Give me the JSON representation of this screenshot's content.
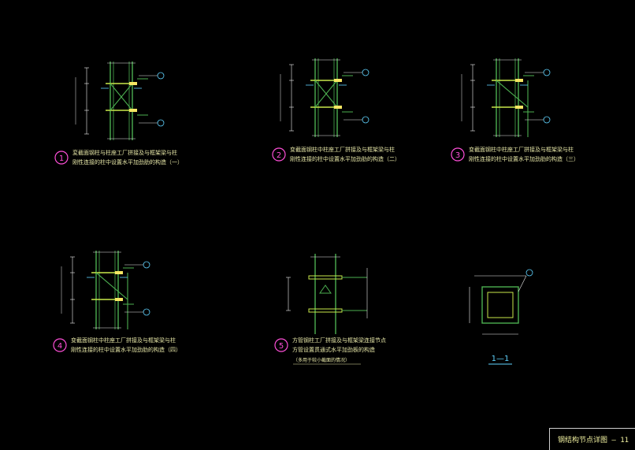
{
  "colors": {
    "background": "#000000",
    "steel": "#4caf50",
    "rebar": "#c8e84a",
    "dim": "#f2f2f2",
    "annot": "#e6e6e6",
    "magenta": "#ff4fd8",
    "yellow": "#f5e663",
    "cyan": "#5fd3ff",
    "caption": "#e8e8a8"
  },
  "details": [
    {
      "num": "1",
      "caption_line1": "変截面钢柱与柱座工厂拼接及与框架梁与柱",
      "caption_line2": "刚性连接的柱中设置水平加劲肋的构造（一）"
    },
    {
      "num": "2",
      "caption_line1": "变截面钢柱中柱座工厂拼接及与框架梁与柱",
      "caption_line2": "刚性连接的柱中设置水平加劲肋的构造（二）"
    },
    {
      "num": "3",
      "caption_line1": "变截面钢柱中柱座工厂拼接及与框架梁与柱",
      "caption_line2": "刚性连接的柱中设置水平加劲肋的构造（三）"
    },
    {
      "num": "4",
      "caption_line1": "变截面钢柱中柱座工厂拼接及与框架梁与柱",
      "caption_line2": "刚性连接的柱中设置水平加劲肋的构造（四）"
    },
    {
      "num": "5",
      "caption_line1": "方管钢柱工厂拼接及与框架梁连接节点",
      "caption_line2": "方管设置贯通式水平加劲板的构造",
      "note": "（多用于较小截面的情况）"
    }
  ],
  "section": {
    "label": "1—1"
  },
  "title_block": {
    "label": "钢结构节点详图 — 11"
  }
}
